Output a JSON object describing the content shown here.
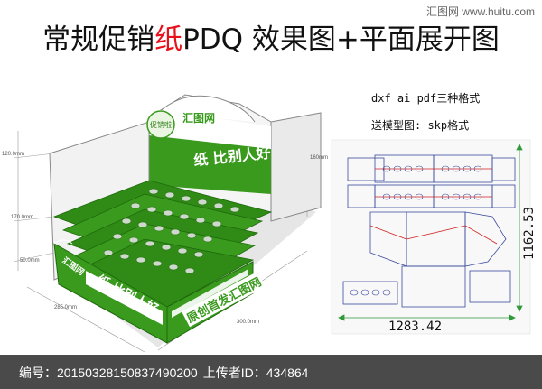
{
  "header": {
    "title_part1": "常规促销",
    "title_highlight": "纸",
    "title_part2": "PDQ 效果图+平面展开图",
    "watermark": "汇图网 www.huitu.com"
  },
  "formats": {
    "line1": "dxf ai pdf三种格式",
    "line2": "送模型图: skp格式"
  },
  "box": {
    "badge_text": "促销啦!",
    "brand_text": "汇图网",
    "banner_text": "纸 比别人好",
    "side_text": "纸 比别人好",
    "side_brand": "汇图网",
    "front_text": "原创首发汇图网",
    "colors": {
      "green": "#3a9a1e",
      "dark_green": "#2a7a12",
      "light": "#f4f4f4"
    }
  },
  "dimensions_3d": {
    "top_height": "120.0mm",
    "mid_height": "170.0mm",
    "low_height": "50.0mm",
    "depth": "285.0mm",
    "width": "300.0mm",
    "right_height": "160mm"
  },
  "flat_layout": {
    "width": "1283.42",
    "height": "1162.53"
  },
  "footer": {
    "id_label": "编号：",
    "id_value": "20150328150837490200",
    "uploader_label": "上传者ID：",
    "uploader_value": "434864"
  }
}
